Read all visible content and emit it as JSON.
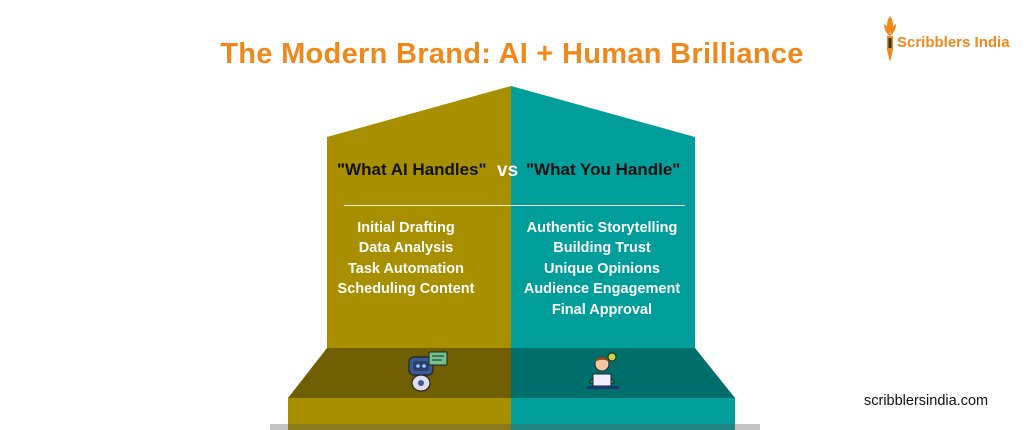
{
  "title": "The Modern Brand: AI + Human Brilliance",
  "logo": {
    "text": "Scribblers India"
  },
  "colors": {
    "title": "#f0891c",
    "ai_panel": "#a88f00",
    "human_panel": "#009e9a",
    "ai_base": "#6f5f00",
    "human_base": "#006e6a"
  },
  "ai": {
    "heading": "\"What AI Handles\"",
    "items": [
      "Initial Drafting",
      "Data Analysis",
      "Task Automation",
      "Scheduling Content"
    ],
    "icon": "robot-chat-icon"
  },
  "vs": "vs",
  "human": {
    "heading": "\"What You Handle\"",
    "items": [
      "Authentic Storytelling",
      "Building Trust",
      "Unique Opinions",
      "Audience Engagement",
      "Final Approval"
    ],
    "icon": "person-laptop-icon"
  },
  "website": "scribblersindia.com"
}
